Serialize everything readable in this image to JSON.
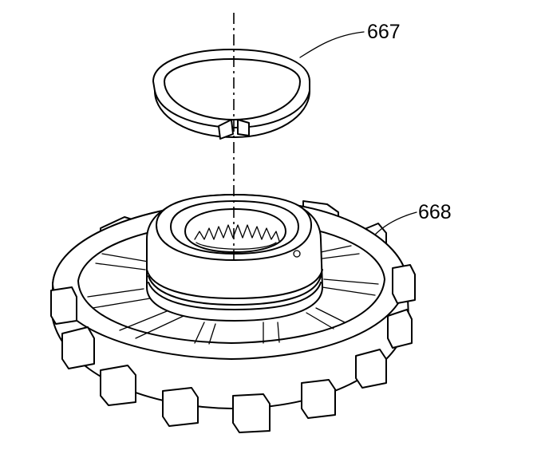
{
  "diagram": {
    "parts": [
      {
        "id": "seal-ring",
        "label": "667"
      },
      {
        "id": "sprag-race-hub",
        "label": "668"
      }
    ]
  }
}
